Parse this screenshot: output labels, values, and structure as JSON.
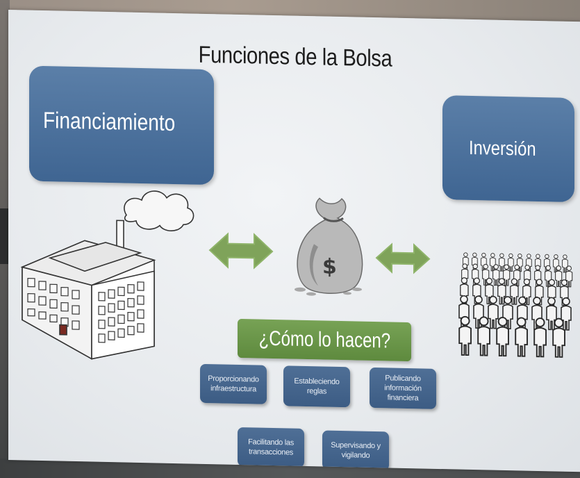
{
  "slide": {
    "title": "Funciones de la Bolsa",
    "left_box": "Financiamiento",
    "right_box": "Inversión",
    "center_box": "¿Cómo lo hacen?",
    "methods": [
      "Proporcionando infraestructura",
      "Estableciendo reglas",
      "Publicando información financiera",
      "Facilitando las transacciones",
      "Supervisando y vigilando"
    ]
  },
  "colors": {
    "blue_box": "#4a6f9b",
    "green_box": "#6a9649",
    "arrow_green": "#7fa35a",
    "slide_bg": "#eceff2"
  },
  "icons": {
    "factory": "factory-icon",
    "money_bag": "money-bag-icon",
    "crowd": "crowd-icon",
    "arrows": "double-arrow-icon"
  }
}
